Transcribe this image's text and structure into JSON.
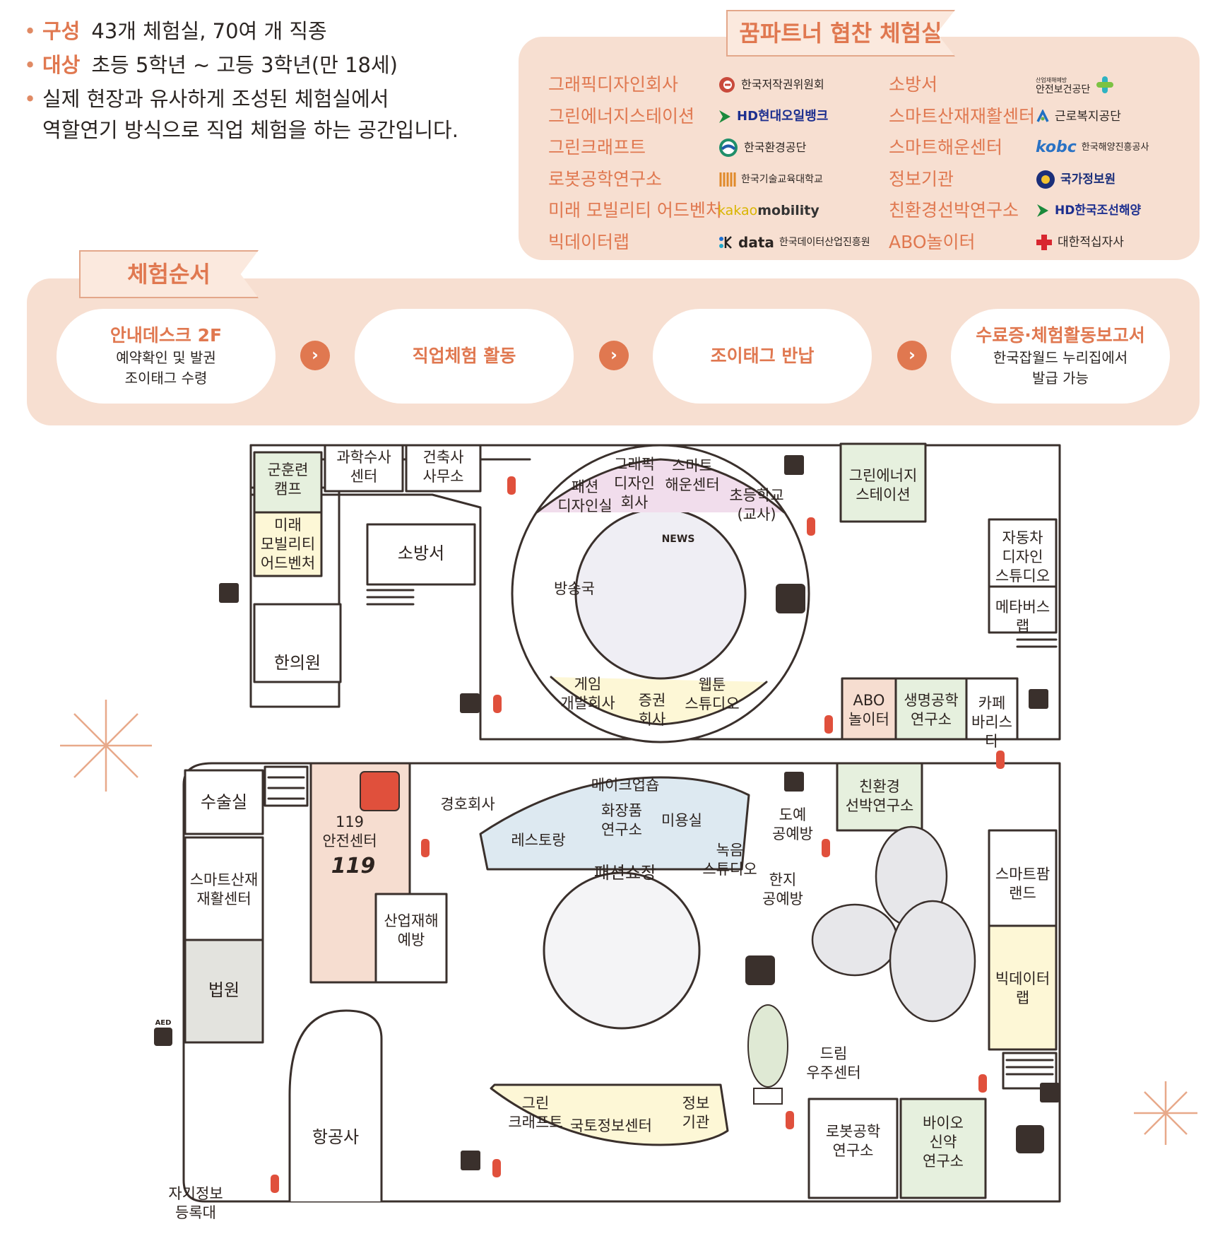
{
  "intro": {
    "items": [
      {
        "key": "구성",
        "text": "43개 체험실, 70여 개 직종"
      },
      {
        "key": "대상",
        "text": "초등 5학년 ~ 고등 3학년(만 18세)"
      },
      {
        "key": "",
        "text": "실제 현장과 유사하게 조성된 체험실에서\n역할연기 방식으로 직업 체험을 하는 공간입니다."
      }
    ]
  },
  "partners": {
    "title": "꿈파트너 협찬 체험실",
    "left": [
      {
        "room": "그래픽디자인회사",
        "partner": "한국저작권위원회"
      },
      {
        "room": "그린에너지스테이션",
        "partner": "HD현대오일뱅크"
      },
      {
        "room": "그린크래프트",
        "partner": "한국환경공단"
      },
      {
        "room": "로봇공학연구소",
        "partner": "한국기술교육대학교"
      },
      {
        "room": "미래 모빌리티 어드벤처",
        "partner": "kakaomobility"
      },
      {
        "room": "빅데이터랩",
        "partner": "한국데이터산업진흥원"
      }
    ],
    "right": [
      {
        "room": "소방서",
        "partner": "안전보건공단",
        "partner_small": "산업재해예방"
      },
      {
        "room": "스마트산재재활센터",
        "partner": "근로복지공단"
      },
      {
        "room": "스마트해운센터",
        "partner": "한국해양진흥공사"
      },
      {
        "room": "정보기관",
        "partner": "국가정보원"
      },
      {
        "room": "친환경선박연구소",
        "partner": "HD한국조선해양"
      },
      {
        "room": "ABO놀이터",
        "partner": "대한적십자사"
      }
    ],
    "logo_marks": {
      "kakao_prefix": "kakao",
      "kakao_suffix": "mobility",
      "kdata_prefix": "data",
      "kobc": "kobc",
      "hd": "HD"
    }
  },
  "steps": {
    "title": "체험순서",
    "items": [
      {
        "title": "안내데스크 2F",
        "desc": "예약확인 및 발권\n조이태그 수령"
      },
      {
        "title": "직업체험 활동",
        "desc": ""
      },
      {
        "title": "조이태그 반납",
        "desc": ""
      },
      {
        "title": "수료증·체험활동보고서",
        "desc": "한국잡월드 누리집에서\n발급 가능"
      }
    ]
  },
  "map": {
    "rooms": {
      "military": "군훈련\n캠프",
      "forensic": "과학수사\n센터",
      "architect": "건축사\n사무소",
      "mobility": "미래\n모빌리티\n어드벤처",
      "fire": "소방서",
      "oriental": "한의원",
      "fashion_design": "패션\n디자인실",
      "graphic": "그래픽\n디자인\n회사",
      "shipping": "스마트\n해운센터",
      "school": "초등학교\n(교사)",
      "green_energy": "그린에너지\n스테이션",
      "car_design": "자동차\n디자인\n스튜디오",
      "metaverse": "메타버스\n랩",
      "broadcast": "방송국",
      "news": "NEWS",
      "game": "게임\n개발회사",
      "securities": "증권\n회사",
      "webtoon": "웹툰\n스튜디오",
      "abo": "ABO\n놀이터",
      "bio_eng": "생명공학\n연구소",
      "barista": "카페\n바리스타",
      "surgery": "수술실",
      "safety119": "119\n안전센터",
      "logo119": "119",
      "security_co": "경호회사",
      "makeup": "메이크업숍",
      "cosmetics": "화장품\n연구소",
      "restaurant": "레스토랑",
      "beauty": "미용실",
      "recording": "녹음\n스튜디오",
      "pottery": "도예\n공예방",
      "hanji": "한지\n공예방",
      "eco_ship": "친환경\n선박연구소",
      "smart_rehab": "스마트산재\n재활센터",
      "industrial": "산업재해\n예방",
      "court": "법원",
      "fashion_show": "패션쇼장",
      "smart_farm": "스마트팜\n랜드",
      "bigdata": "빅데이터\n랩",
      "space": "드림\n우주센터",
      "airline": "항공사",
      "green_craft": "그린\n크래프트",
      "land_info": "국토정보센터",
      "intel": "정보\n기관",
      "robot": "로봇공학\n연구소",
      "pharma": "바이오\n신약\n연구소",
      "self_info": "자기정보\n등록대",
      "aed": "AED"
    },
    "colors": {
      "accent": "#e07850",
      "panel": "#f7dfd1",
      "line": "#3a302c",
      "green": "#e6f0de",
      "yellow": "#fdf7d6",
      "blue": "#dde9f1",
      "pink": "#f1ddec",
      "salmon": "#f6ddd0",
      "gray": "#e3e3de"
    }
  }
}
